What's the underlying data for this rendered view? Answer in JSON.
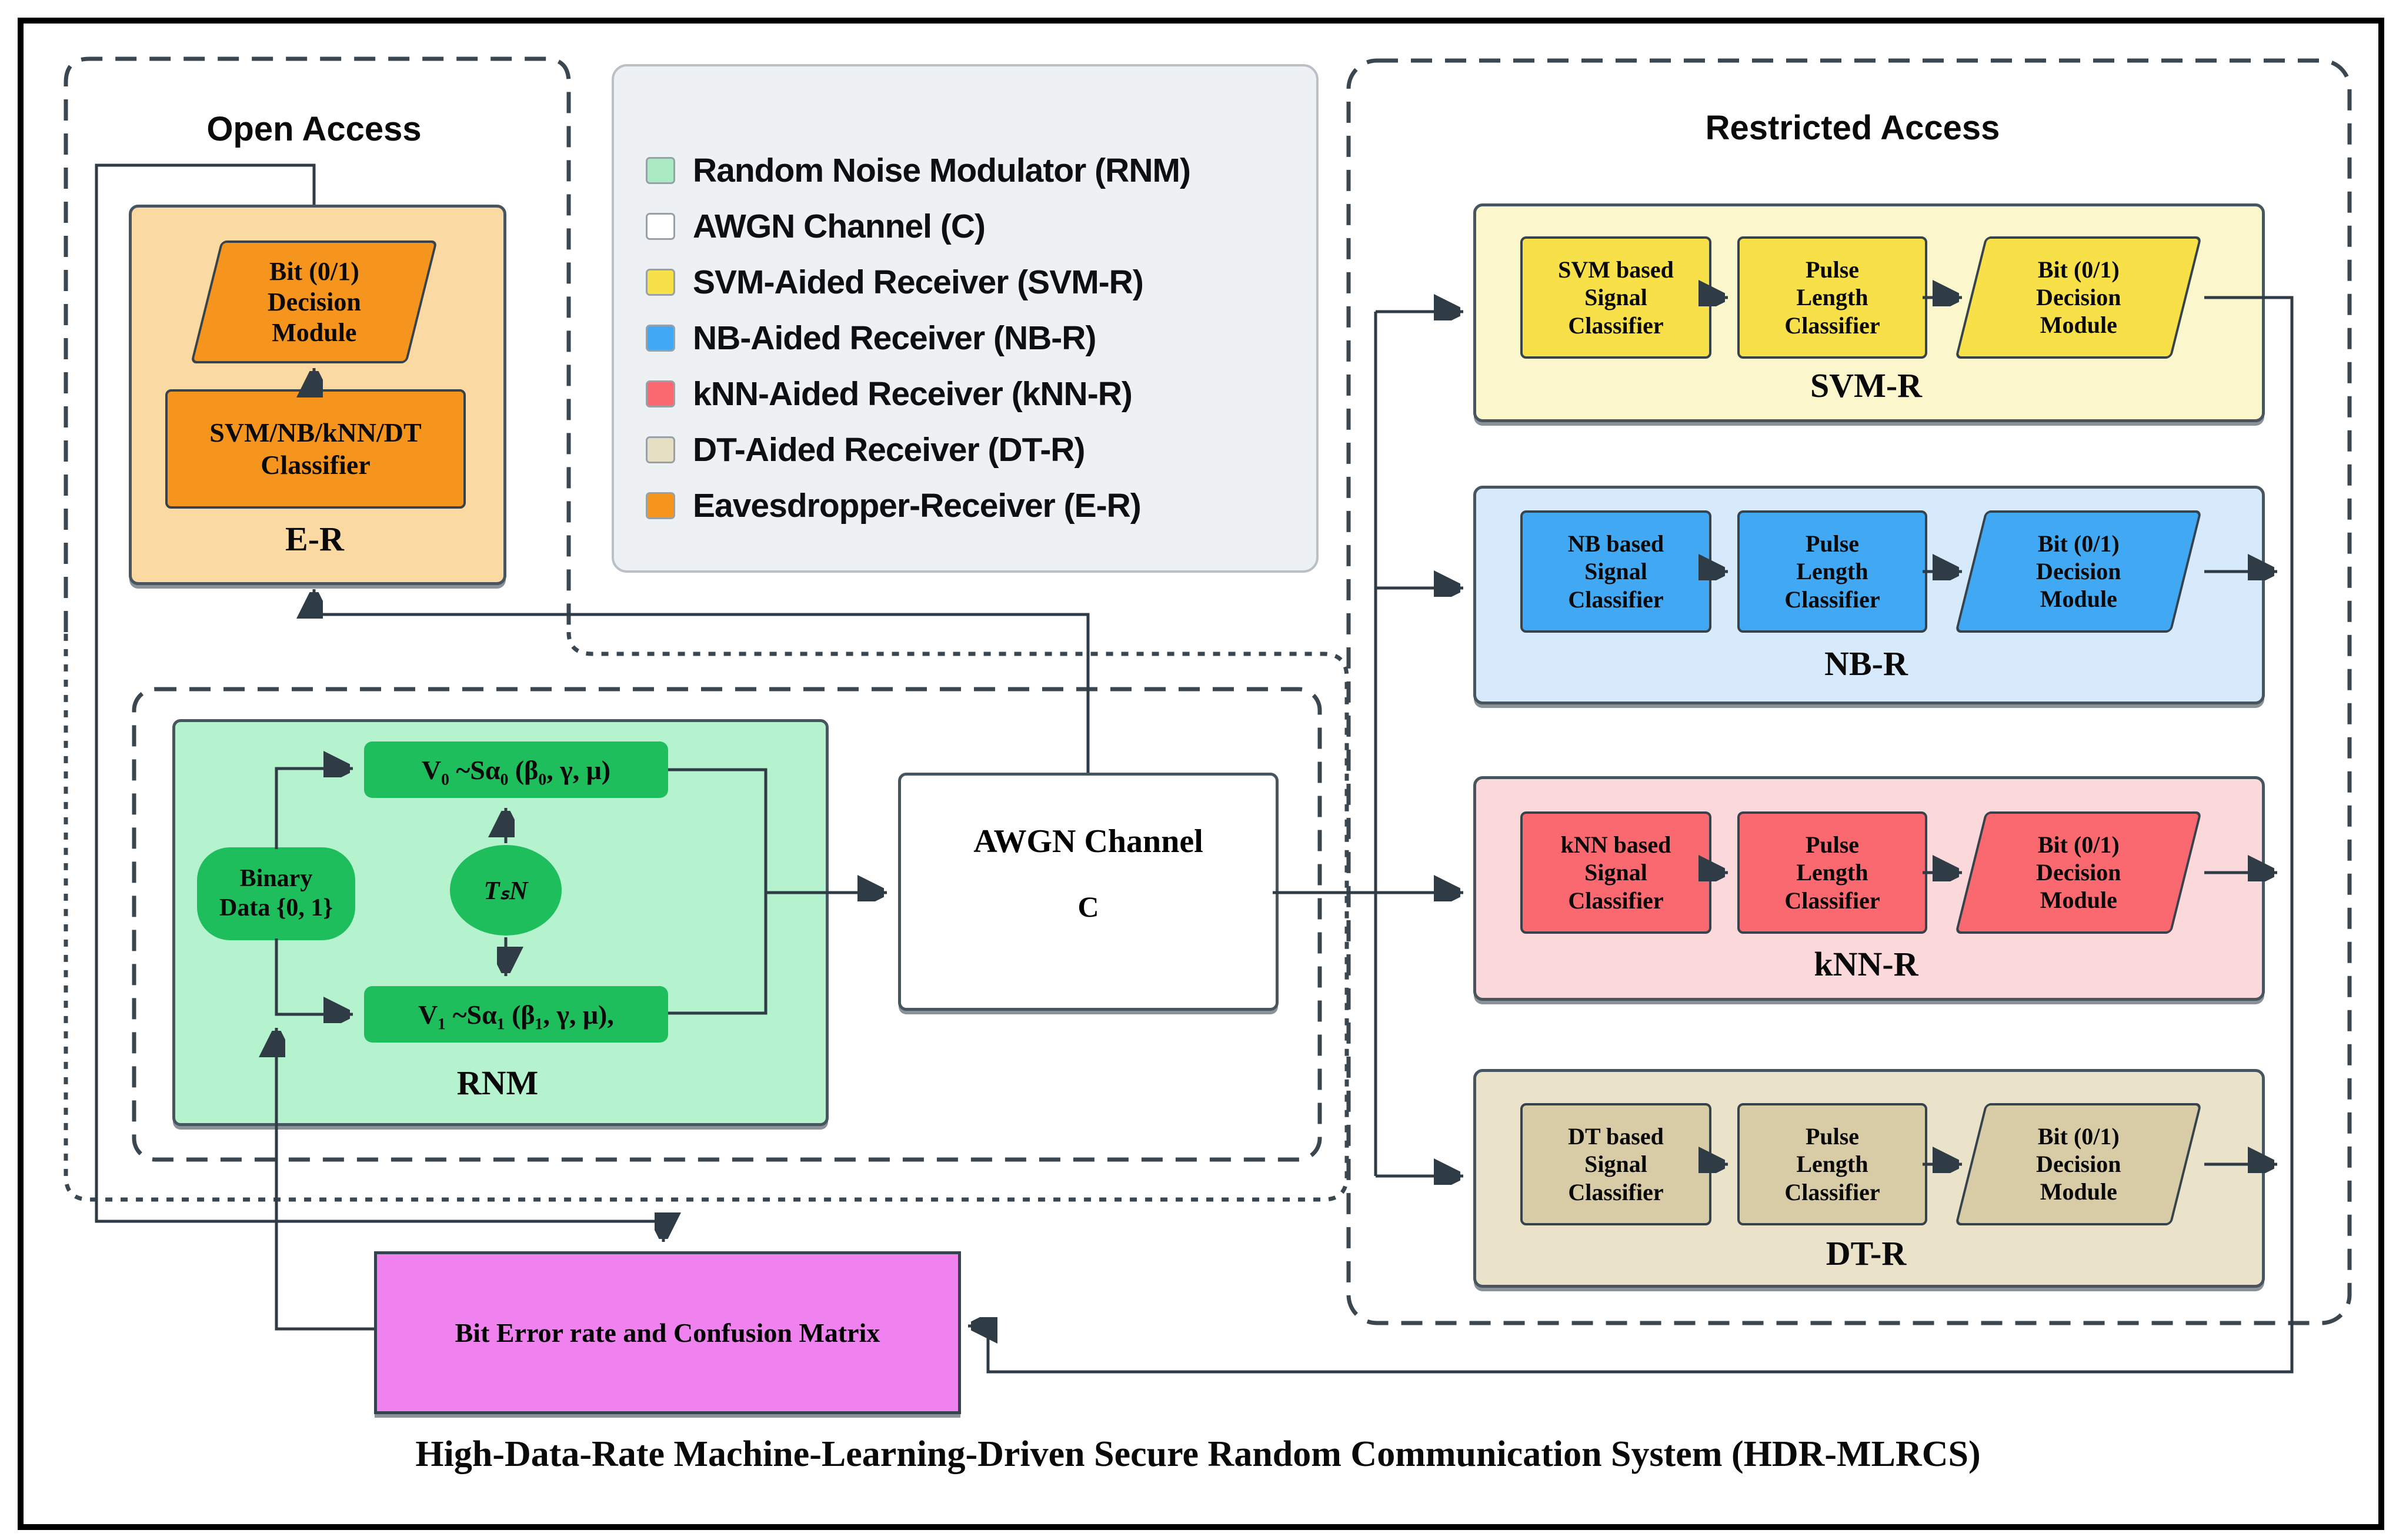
{
  "titles": {
    "open_access": "Open Access",
    "restricted_access": "Restricted Access",
    "caption": "High-Data-Rate Machine-Learning-Driven Secure Random Communication System (HDR-MLRCS)"
  },
  "legend": {
    "items": [
      {
        "label": "Random Noise Modulator (RNM)",
        "color": "#a9eac2"
      },
      {
        "label": "AWGN Channel (C)",
        "color": "#ffffff"
      },
      {
        "label": "SVM-Aided Receiver (SVM-R)",
        "color": "#f8e049"
      },
      {
        "label": "NB-Aided Receiver (NB-R)",
        "color": "#41a9f4"
      },
      {
        "label": "kNN-Aided Receiver (kNN-R)",
        "color": "#f9696f"
      },
      {
        "label": "DT-Aided Receiver (DT-R)",
        "color": "#e6dec3"
      },
      {
        "label": "Eavesdropper-Receiver (E-R)",
        "color": "#f6951e"
      }
    ]
  },
  "er": {
    "decision": "Bit (0/1)\nDecision\nModule",
    "classifier": "SVM/NB/kNN/DT\nClassifier",
    "label": "E-R",
    "container_color": "#fbd9a2",
    "block_color": "#f6951e"
  },
  "rnm": {
    "binary": "Binary\nData {0, 1}",
    "v0": "V₀ ~Sα₀ (β₀, γ, μ)",
    "tsn": "TₛN",
    "v1": "V₁ ~Sα₁ (β₁, γ, μ),",
    "label": "RNM",
    "container_color": "#b5f2ce",
    "block_color": "#1fbe5c"
  },
  "awgn": {
    "name": "AWGN Channel",
    "symbol": "C"
  },
  "receivers": [
    {
      "label": "SVM-R",
      "classifier": "SVM based\nSignal\nClassifier",
      "pulse": "Pulse\nLength\nClassifier",
      "decision": "Bit (0/1)\nDecision\nModule",
      "container_color": "#fbf6cc",
      "block_color": "#f8e049"
    },
    {
      "label": "NB-R",
      "classifier": "NB based\nSignal\nClassifier",
      "pulse": "Pulse\nLength\nClassifier",
      "decision": "Bit (0/1)\nDecision\nModule",
      "container_color": "#d7eafb",
      "block_color": "#41a9f4"
    },
    {
      "label": "kNN-R",
      "classifier": "kNN based\nSignal\nClassifier",
      "pulse": "Pulse\nLength\nClassifier",
      "decision": "Bit (0/1)\nDecision\nModule",
      "container_color": "#fbd9db",
      "block_color": "#f9696f"
    },
    {
      "label": "DT-R",
      "classifier": "DT based\nSignal\nClassifier",
      "pulse": "Pulse\nLength\nClassifier",
      "decision": "Bit (0/1)\nDecision\nModule",
      "container_color": "#eae3c9",
      "block_color": "#d8cca6"
    }
  ],
  "ber": {
    "label": "Bit Error rate and Confusion Matrix",
    "color": "#ef82ee"
  }
}
